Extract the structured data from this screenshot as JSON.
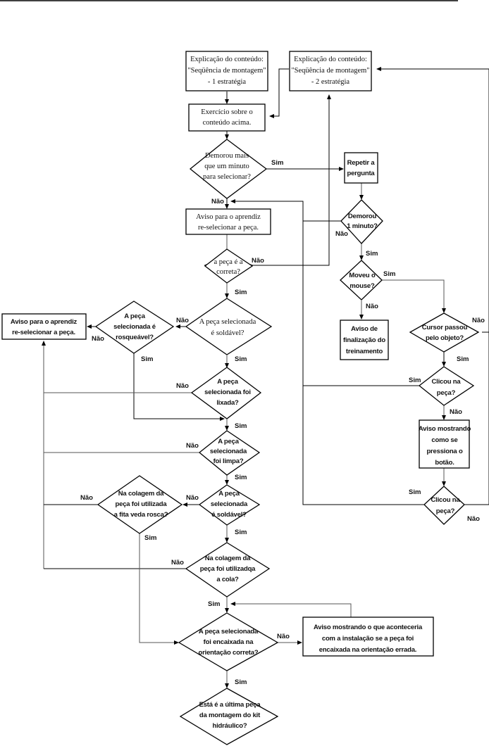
{
  "diagram": {
    "title": "",
    "nodes": {
      "explic1": [
        "Explicação do conteúdo:",
        "\"Seqüência de montagem\"",
        "- 1 estratégia"
      ],
      "explic2": [
        "Explicação do conteúdo:",
        "\"Seqüência de montagem\"",
        "- 2 estratégia"
      ],
      "exercicio": [
        "Exercício sobre o",
        "conteúdo acima."
      ],
      "demorou_mais": [
        "Demorou mais",
        "que um minuto",
        "para selecionar?"
      ],
      "repetir": [
        "Repetir a",
        "pergunta"
      ],
      "aviso_reselecionar": [
        "Aviso para o aprendiz",
        "re-selecionar a peça."
      ],
      "demorou_1min": [
        "Demorou",
        "1 minuto?"
      ],
      "peca_correta": [
        "a peça é a",
        "correta?"
      ],
      "moveu_mouse": [
        "Moveu o",
        "mouse?"
      ],
      "aviso_finalizacao": [
        "Aviso de",
        "finalização do",
        "treinamento"
      ],
      "aviso_reselecionar_left": [
        "Aviso para o aprendiz",
        "re-selecionar a peça."
      ],
      "rosqueavel": [
        "A peça",
        "selecionada é",
        "rosqueável?"
      ],
      "soldavel1": [
        "A peça selecionada",
        "é soldável?"
      ],
      "cursor_passou": [
        "Cursor passou",
        "pelo objeto?"
      ],
      "lixada": [
        "A peça",
        "selecionada foi",
        "lixada?"
      ],
      "clicou1": [
        "Clicou na",
        "peça?"
      ],
      "limpa": [
        "A peça",
        "selecionada",
        "foi limpa?"
      ],
      "aviso_botao": [
        "Aviso mostrando",
        "como se",
        "pressiona o",
        "botão."
      ],
      "fita_veda": [
        "Na colagem da",
        "peça foi utilizada",
        "a fita veda rosca?"
      ],
      "soldavel2": [
        "A peça",
        "selecionada",
        "é soldável?"
      ],
      "clicou2": [
        "Clicou na",
        "peça?"
      ],
      "cola": [
        "Na colagem da",
        "peça foi utilizadqa",
        "a cola?"
      ],
      "orientacao": [
        "A peça selecionada",
        "foi encaixada na",
        "orientação correta?"
      ],
      "aviso_orientacao": [
        "Aviso mostrando o que aconteceria",
        "com a instalação se a peça foi",
        "encaixada na orientação errada."
      ],
      "ultima_peca": [
        "Está é a última peça",
        "da montagem do kit",
        "hidráulico?"
      ]
    },
    "labels": {
      "sim": "Sim",
      "nao": "Não"
    }
  }
}
